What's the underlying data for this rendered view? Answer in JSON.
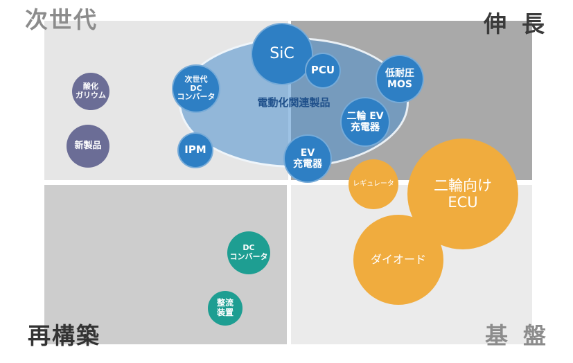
{
  "quadrants": {
    "top_left": "次世代",
    "top_right": "伸長",
    "bottom_left": "再構築",
    "bottom_right": "基盤"
  },
  "group_label": "電動化関連製品",
  "bubbles": [
    {
      "id": "sic",
      "label": "SiC",
      "color": "#2e7fc4"
    },
    {
      "id": "pcu",
      "label": "PCU",
      "color": "#2e7fc4"
    },
    {
      "id": "low-voltage-mos",
      "label": "低耐圧\nMOS",
      "color": "#2e7fc4"
    },
    {
      "id": "next-gen-dc-converter",
      "label": "次世代\nDC\nコンバータ",
      "color": "#2e7fc4"
    },
    {
      "id": "two-wheel-ev-charger",
      "label": "二輪 EV\n充電器",
      "color": "#2e7fc4"
    },
    {
      "id": "ipm",
      "label": "IPM",
      "color": "#2e7fc4"
    },
    {
      "id": "ev-charger",
      "label": "EV\n充電器",
      "color": "#2e7fc4"
    },
    {
      "id": "gallium-oxide",
      "label": "酸化\nガリウム",
      "color": "#6b6d96"
    },
    {
      "id": "new-products",
      "label": "新製品",
      "color": "#6b6d96"
    },
    {
      "id": "dc-converter",
      "label": "DC\nコンバータ",
      "color": "#1e9e92"
    },
    {
      "id": "rectifier",
      "label": "整流\n装置",
      "color": "#1e9e92"
    },
    {
      "id": "regulator",
      "label": "レギュレータ",
      "color": "#f0ac3e"
    },
    {
      "id": "two-wheel-ecu",
      "label": "二輪向け\nECU",
      "color": "#f0ac3e"
    },
    {
      "id": "diode",
      "label": "ダイオード",
      "color": "#f0ac3e"
    }
  ]
}
